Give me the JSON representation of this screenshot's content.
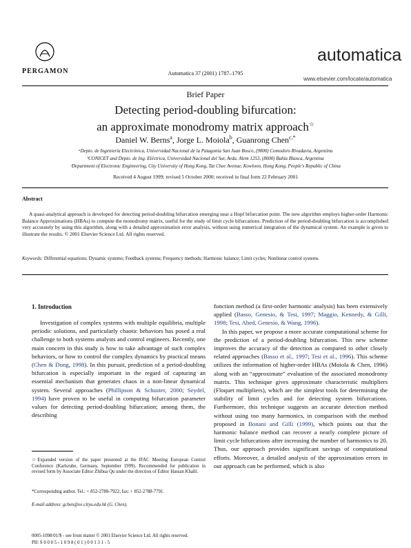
{
  "header": {
    "publisher": "PERGAMON",
    "journal_info": "Automatica 37 (2001) 1787–1795",
    "journal_name": "automatica",
    "journal_url": "www.elsevier.com/locate/automatica"
  },
  "paper_type": "Brief Paper",
  "title_line1": "Detecting period-doubling bifurcation:",
  "title_line2": "an approximate monodromy matrix approach",
  "title_mark": "☆",
  "authors": [
    {
      "name": "Daniel W. Berns",
      "sup": "a"
    },
    {
      "name": "Jorge L. Moiola",
      "sup": "b"
    },
    {
      "name": "Guanrong Chen",
      "sup": "c,*"
    }
  ],
  "affiliations": [
    "ᵃDepto. de Ingeniería Electrónica, Universidad Nacional de la Patagonia San Juan Bosco, (9000) Comodoro Rivadavia, Argentina",
    "ᵇCONICET and Depto. de Ing. Eléctrica, Universidad Nacional del Sur, Avda. Alem 1253, (8000) Bahía Blanca, Argentina",
    "ᶜDepartment of Electronic Engineering, City University of Hong Kong, Tat Chee Avenue, Kowloon, Hong Kong, People's Republic of China"
  ],
  "received": "Received 4 August 1999; revised 5 October 2000; received in final form 22 February 2001",
  "abstract_heading": "Abstract",
  "abstract_text": "A quasi-analytical approach is developed for detecting period-doubling bifurcation emerging near a Hopf bifurcation point. The new algorithm employs higher-order Harmonic Balance Approximations (HBAs) to compute the monodromy matrix, useful for the study of limit cycle bifurcations. Prediction of the period-doubling bifurcation is accomplished very accurately by using this algorithm, along with a detailed approximation error analysis, without using numerical integration of the dynamical system. An example is given to illustrate the results. © 2001 Elsevier Science Ltd. All rights reserved.",
  "keywords_label": "Keywords:",
  "keywords_text": "Differential equations; Dynamic systems; Feedback systems; Frequency methods; Harmonic balance; Limit cycles; Nonlinear control systems",
  "section_heading": "1. Introduction",
  "left_col": {
    "p1_a": "Investigation of complex systems with multiple equilibria, multiple periodic solutions, and particularly chaotic behaviors has posed a real challenge to both systems analysts and control engineers. Recently, one main concern in this study is how to take advantage of such complex behaviors, or how to control the complex dynamics by practical means (",
    "p1_link1": "Chen & Dong, 1998",
    "p1_b": "). In this pursuit, prediction of a period-doubling bifurcation is especially important in the regard of capturing an essential mechanism that generates chaos in a non-linear dynamical system. Several approaches (",
    "p1_link2": "Phillipson & Schuster, 2000",
    "p1_c": "; ",
    "p1_link3": "Seydel, 1994",
    "p1_d": ") have proven to be useful in computing bifurcation parameter values for detecting period-doubling bifurcation; among them, the describing"
  },
  "right_col": {
    "p1_a": "function method (a first-order harmonic analysis) has been extensively applied (",
    "p1_link1": "Basso, Genesio, & Tesi, 1997",
    "p1_b": "; ",
    "p1_link2": "Maggio, Kennedy, & Gilli, 1998",
    "p1_c": "; ",
    "p1_link3": "Tesi, Abed, Genesio, & Wang, 1996",
    "p1_d": ").",
    "p2_a": "In this paper, we propose a more accurate computational scheme for the prediction of a period-doubling bifurcation. This new scheme improves the accuracy of the detection as compared to other closely related approaches (",
    "p2_link1": "Basso et al., 1997",
    "p2_b": "; ",
    "p2_link2": "Tesi et al., 1996",
    "p2_c": "). This scheme utilizes the information of higher-order HBAs (Moiola & Chen, 1996) along with an “approximate” evaluation of the associated monodromy matrix. This technique gives approximate characteristic multipliers (Floquet multipliers), which are the simplest tools for determining the stability of limit cycles and for detecting system bifurcations. Furthermore, this technique suggests an accurate detection method without using too many harmonics, in comparison with the method proposed in ",
    "p2_link3": "Bonani and Gilli (1999)",
    "p2_d": ", which points out that the harmonic balance method can recover a nearly complete picture of limit cycle bifurcations after increasing the number of harmonics to 20. Thus, our approach provides significant savings of computational efforts. Moreover, a detailed analysis of the approximation errors in our approach can be performed, which is also"
  },
  "footnotes": {
    "fn1": "☆Expanded version of the paper presented at the IFAC Meeting European Control Conference (Karlsruhe, Germany, September 1999). Recommended for publication in revised form by Associate Editor Zhihua Qu under the direction of Editor Hassan Khalil.",
    "fn2": "*Corresponding author. Tel.: + 852-2788-7922; fax: + 852-2788-7791.",
    "fn3": "E-mail address: gchen@ee.cityu.edu.hk (G. Chen)."
  },
  "footer": {
    "line1": "0005-1098/01/$ - see front matter © 2001 Elsevier Science Ltd. All rights reserved.",
    "line2": "PII: S 0 0 0 5 - 1 0 9 8 ( 0 1 ) 0 0 1 3 1 - 5"
  },
  "colors": {
    "link": "#1a3a8c",
    "text": "#111111"
  }
}
